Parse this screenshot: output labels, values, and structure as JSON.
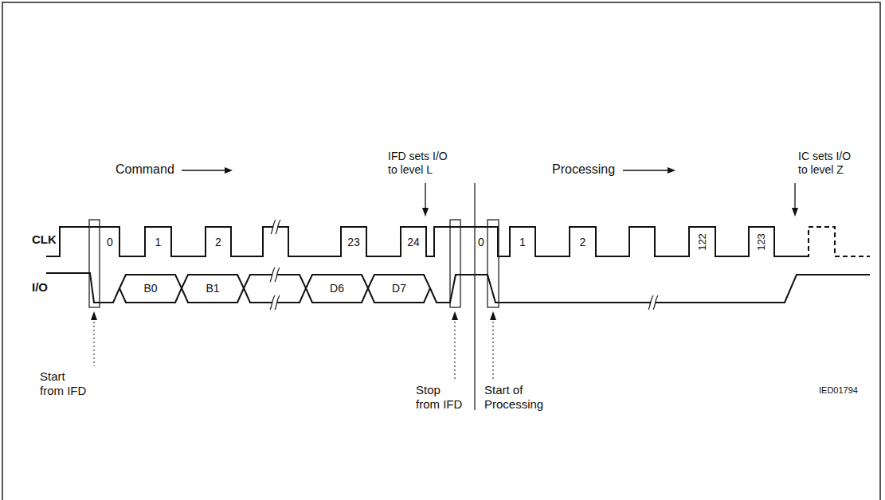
{
  "diagram": {
    "labels": [
      "Command",
      "Processing",
      "IFD sets I/O to level L",
      "IC sets I/O to level Z",
      "CLK",
      "I/O",
      "0",
      "1",
      "2",
      "23",
      "24",
      "0",
      "1",
      "2",
      "122",
      "123",
      "B0",
      "B1",
      "D6",
      "D7",
      "Start from IFD",
      "Stop from IFD",
      "Start of Processing",
      "IED01794"
    ]
  }
}
